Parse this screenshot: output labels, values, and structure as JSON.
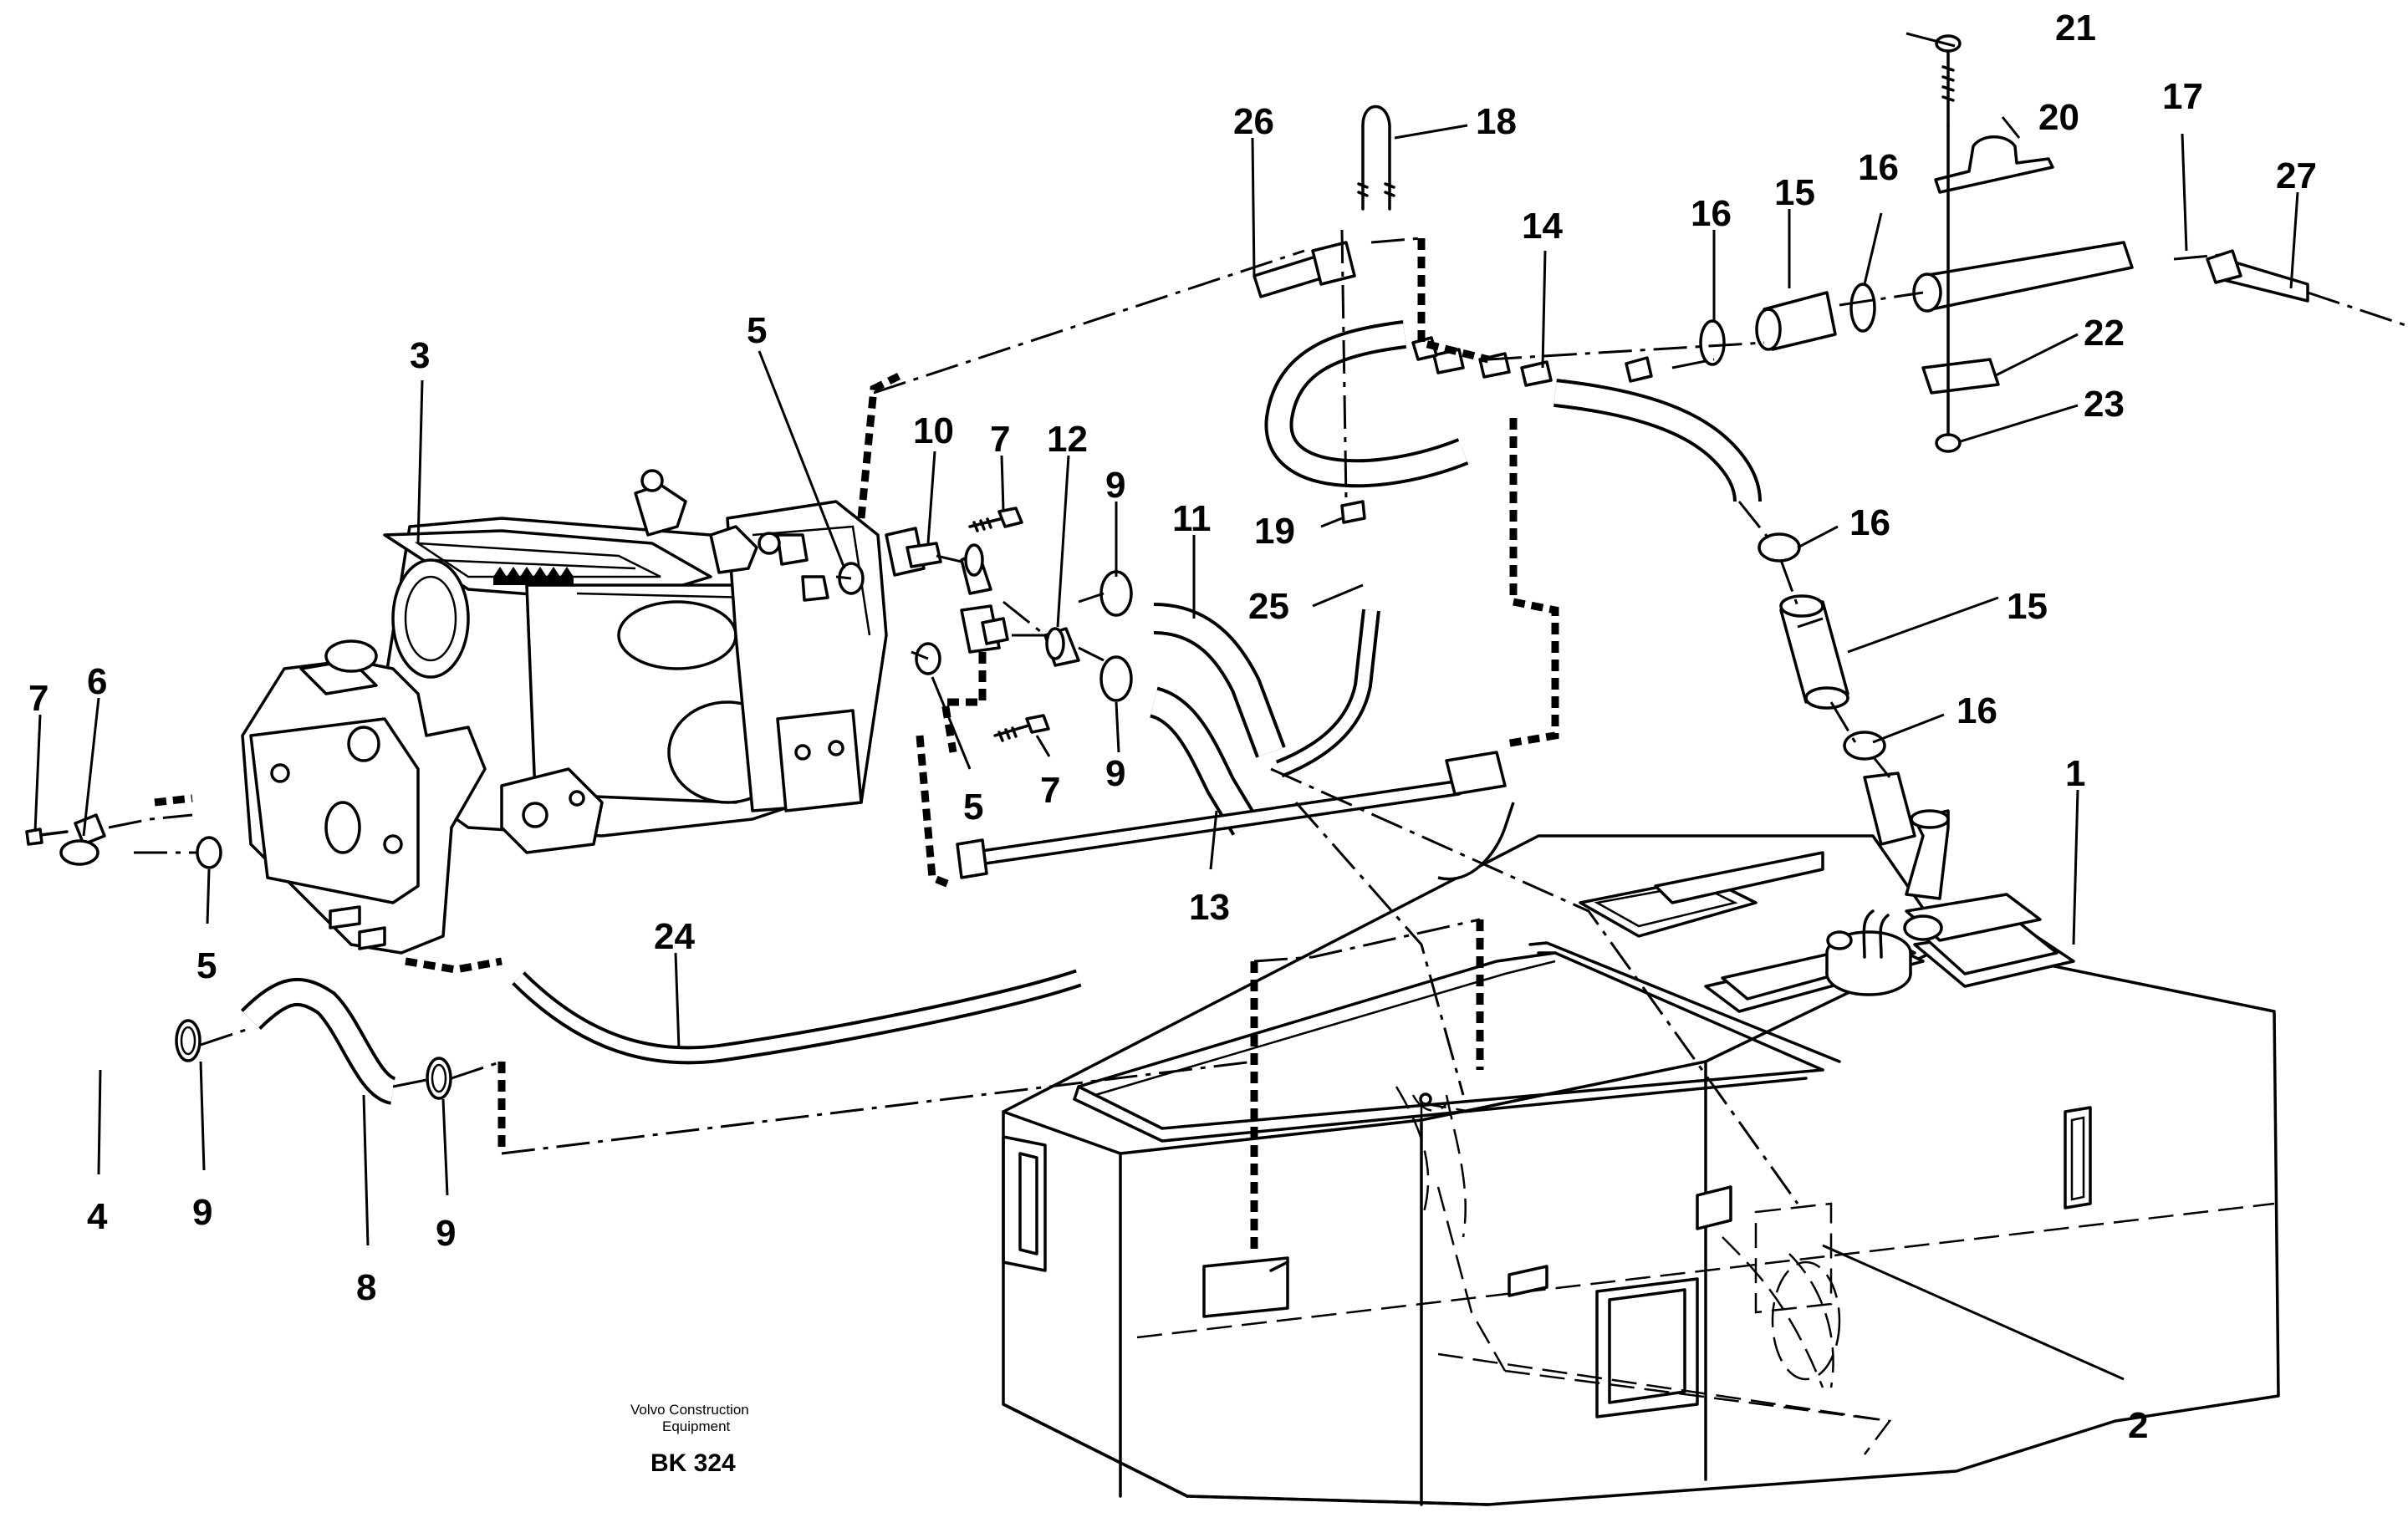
{
  "diagram": {
    "credit_line_1": "Volvo Construction",
    "credit_line_2": "Equipment",
    "code": "BK 324"
  },
  "callouts": [
    {
      "id": "c1",
      "text": "1"
    },
    {
      "id": "c2",
      "text": "2"
    },
    {
      "id": "c3",
      "text": "3"
    },
    {
      "id": "c4",
      "text": "4"
    },
    {
      "id": "c5a",
      "text": "5"
    },
    {
      "id": "c5b",
      "text": "5"
    },
    {
      "id": "c5c",
      "text": "5"
    },
    {
      "id": "c6",
      "text": "6"
    },
    {
      "id": "c7a",
      "text": "7"
    },
    {
      "id": "c7b",
      "text": "7"
    },
    {
      "id": "c7c",
      "text": "7"
    },
    {
      "id": "c8",
      "text": "8"
    },
    {
      "id": "c9a",
      "text": "9"
    },
    {
      "id": "c9b",
      "text": "9"
    },
    {
      "id": "c9c",
      "text": "9"
    },
    {
      "id": "c9d",
      "text": "9"
    },
    {
      "id": "c10",
      "text": "10"
    },
    {
      "id": "c11",
      "text": "11"
    },
    {
      "id": "c12",
      "text": "12"
    },
    {
      "id": "c13",
      "text": "13"
    },
    {
      "id": "c14",
      "text": "14"
    },
    {
      "id": "c15a",
      "text": "15"
    },
    {
      "id": "c15b",
      "text": "15"
    },
    {
      "id": "c16a",
      "text": "16"
    },
    {
      "id": "c16b",
      "text": "16"
    },
    {
      "id": "c16c",
      "text": "16"
    },
    {
      "id": "c16d",
      "text": "16"
    },
    {
      "id": "c17",
      "text": "17"
    },
    {
      "id": "c18",
      "text": "18"
    },
    {
      "id": "c19",
      "text": "19"
    },
    {
      "id": "c20",
      "text": "20"
    },
    {
      "id": "c21",
      "text": "21"
    },
    {
      "id": "c22",
      "text": "22"
    },
    {
      "id": "c23",
      "text": "23"
    },
    {
      "id": "c24",
      "text": "24"
    },
    {
      "id": "c25",
      "text": "25"
    },
    {
      "id": "c26",
      "text": "26"
    },
    {
      "id": "c27",
      "text": "27"
    }
  ]
}
